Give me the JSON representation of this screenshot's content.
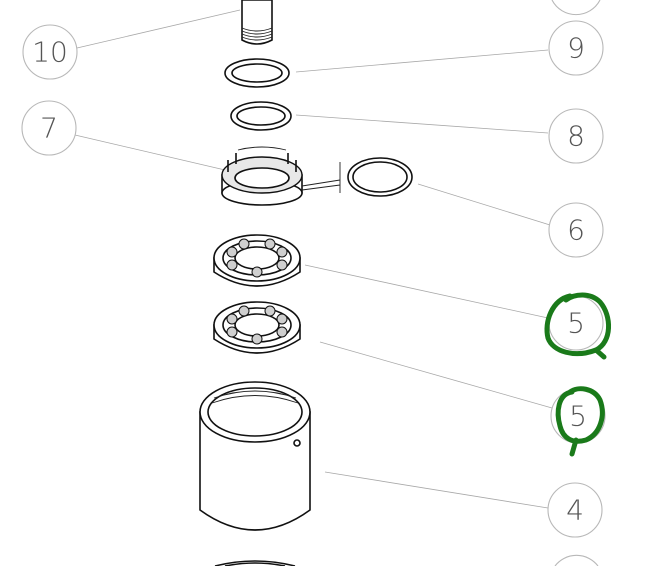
{
  "callouts": [
    {
      "id": "c10",
      "label": "10"
    },
    {
      "id": "c9",
      "label": "9"
    },
    {
      "id": "c7",
      "label": "7"
    },
    {
      "id": "c8",
      "label": "8"
    },
    {
      "id": "c6",
      "label": "6"
    },
    {
      "id": "c5a",
      "label": "5"
    },
    {
      "id": "c5b",
      "label": "5"
    },
    {
      "id": "c4",
      "label": "4"
    }
  ],
  "annotation_color": "#1a7a1a"
}
